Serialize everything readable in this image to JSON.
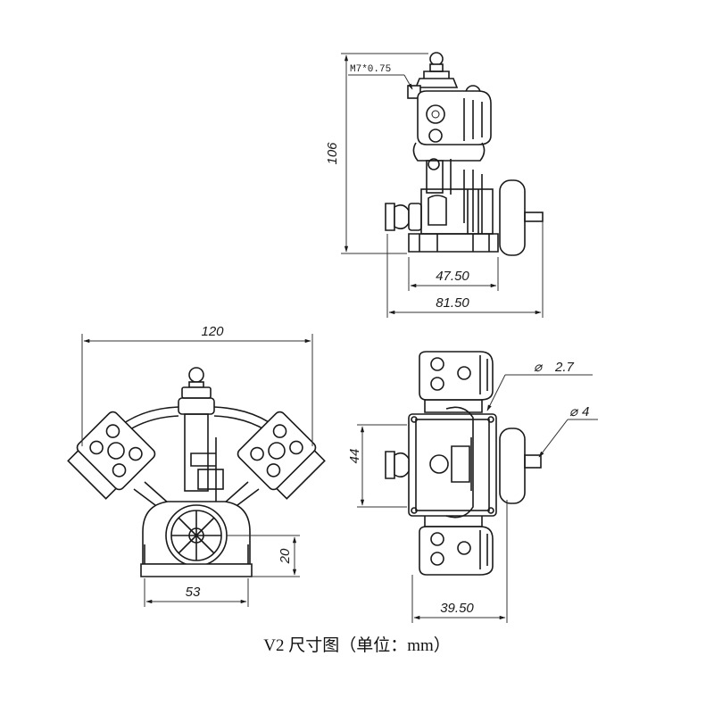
{
  "caption": "V2 尺寸图（单位：mm）",
  "views": {
    "side": {
      "height": "106",
      "thread": "M7*0.75",
      "base_width": "47.50",
      "overall_width": "81.50"
    },
    "front": {
      "width": "120",
      "base_width": "53",
      "shaft_height": "20"
    },
    "top": {
      "depth": "44",
      "hole_small": "2.7",
      "hole_large": "4",
      "width": "39.50"
    }
  },
  "colors": {
    "ink": "#1a1a1a",
    "background": "#ffffff"
  }
}
